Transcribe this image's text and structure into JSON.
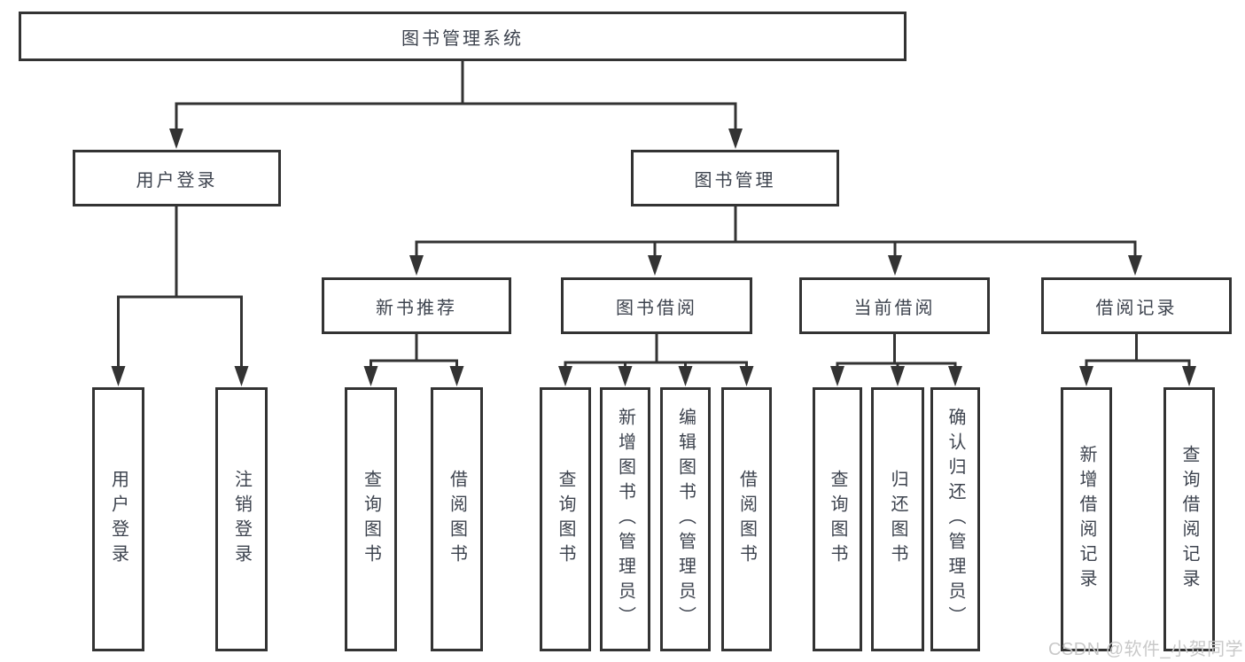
{
  "diagram": {
    "type": "tree",
    "title": "图书管理系统",
    "hierarchy": {
      "label": "图书管理系统",
      "children": [
        {
          "label": "用户登录",
          "children": [
            {
              "label": "用户登录"
            },
            {
              "label": "注销登录"
            }
          ]
        },
        {
          "label": "图书管理",
          "children": [
            {
              "label": "新书推荐",
              "children": [
                {
                  "label": "查询图书"
                },
                {
                  "label": "借阅图书"
                }
              ]
            },
            {
              "label": "图书借阅",
              "children": [
                {
                  "label": "查询图书"
                },
                {
                  "label": "新增图书（管理员）"
                },
                {
                  "label": "编辑图书（管理员）"
                },
                {
                  "label": "借阅图书"
                }
              ]
            },
            {
              "label": "当前借阅",
              "children": [
                {
                  "label": "查询图书"
                },
                {
                  "label": "归还图书"
                },
                {
                  "label": "确认归还（管理员）"
                }
              ]
            },
            {
              "label": "借阅记录",
              "children": [
                {
                  "label": "新增借阅记录"
                },
                {
                  "label": "查询借阅记录"
                }
              ]
            }
          ]
        }
      ]
    }
  },
  "nodes": {
    "root": "图书管理系统",
    "user_login": "用户登录",
    "book_mgmt": "图书管理",
    "new_book_rec": "新书推荐",
    "book_borrow": "图书借阅",
    "current_borrow": "当前借阅",
    "borrow_records": "借阅记录",
    "leaf_user_login": "用户登录",
    "leaf_logout": "注销登录",
    "leaf_nbr_search": "查询图书",
    "leaf_nbr_borrow": "借阅图书",
    "leaf_bb_search": "查询图书",
    "leaf_bb_add": "新增图书（管理员）",
    "leaf_bb_edit": "编辑图书（管理员）",
    "leaf_bb_borrow": "借阅图书",
    "leaf_cb_search": "查询图书",
    "leaf_cb_return": "归还图书",
    "leaf_cb_confirm": "确认归还（管理员）",
    "leaf_br_add": "新增借阅记录",
    "leaf_br_search": "查询借阅记录"
  },
  "watermark": "CSDN @软件_小贺同学",
  "colors": {
    "background": "#ffffff",
    "line": "#333333",
    "box_border": "#333333",
    "text": "#3d434e",
    "watermark": "#c9c9c9"
  }
}
